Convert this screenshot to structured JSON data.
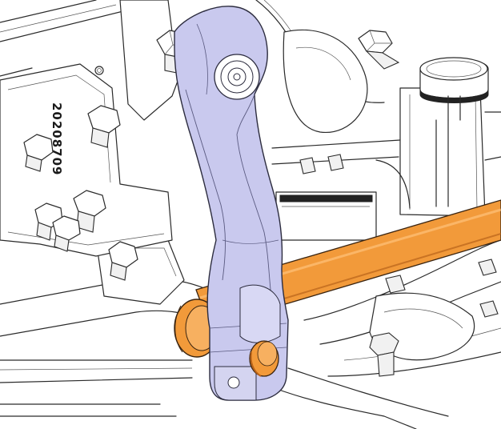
{
  "drawing": {
    "part_number": "20208709",
    "colors": {
      "link_fill": "#c9c9ee",
      "link_stroke": "#2c2c3e",
      "rod_fill": "#f29a3a",
      "rod_stroke": "#3a2410",
      "line": "#2a2a2a",
      "background": "#ffffff"
    },
    "highlighted_parts": [
      "stabilizer-link",
      "stabilizer-bar",
      "link-bolt-head",
      "link-bushing-end"
    ]
  }
}
